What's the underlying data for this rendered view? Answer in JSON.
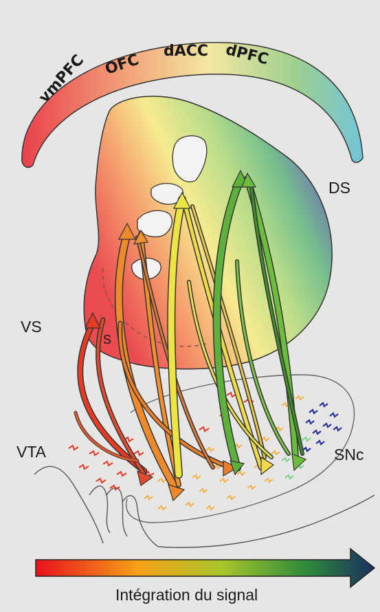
{
  "cortex": {
    "labels": [
      "vmPFC",
      "OFC",
      "dACC",
      "dPFC"
    ]
  },
  "regions": {
    "ds": "DS",
    "vs": "VS",
    "s": "S",
    "vta": "VTA",
    "snc": "SNc"
  },
  "gradient_bar": {
    "caption": "Intégration du signal",
    "colors": [
      "#e8101c",
      "#f5a018",
      "#a7c52a",
      "#2d8a3c",
      "#1b2e5e"
    ]
  },
  "pathway_colors": {
    "red": "#e53a23",
    "orange": "#ef8a2c",
    "yellow": "#ece545",
    "green": "#5eb03c",
    "dark_green": "#3f8f2d"
  }
}
